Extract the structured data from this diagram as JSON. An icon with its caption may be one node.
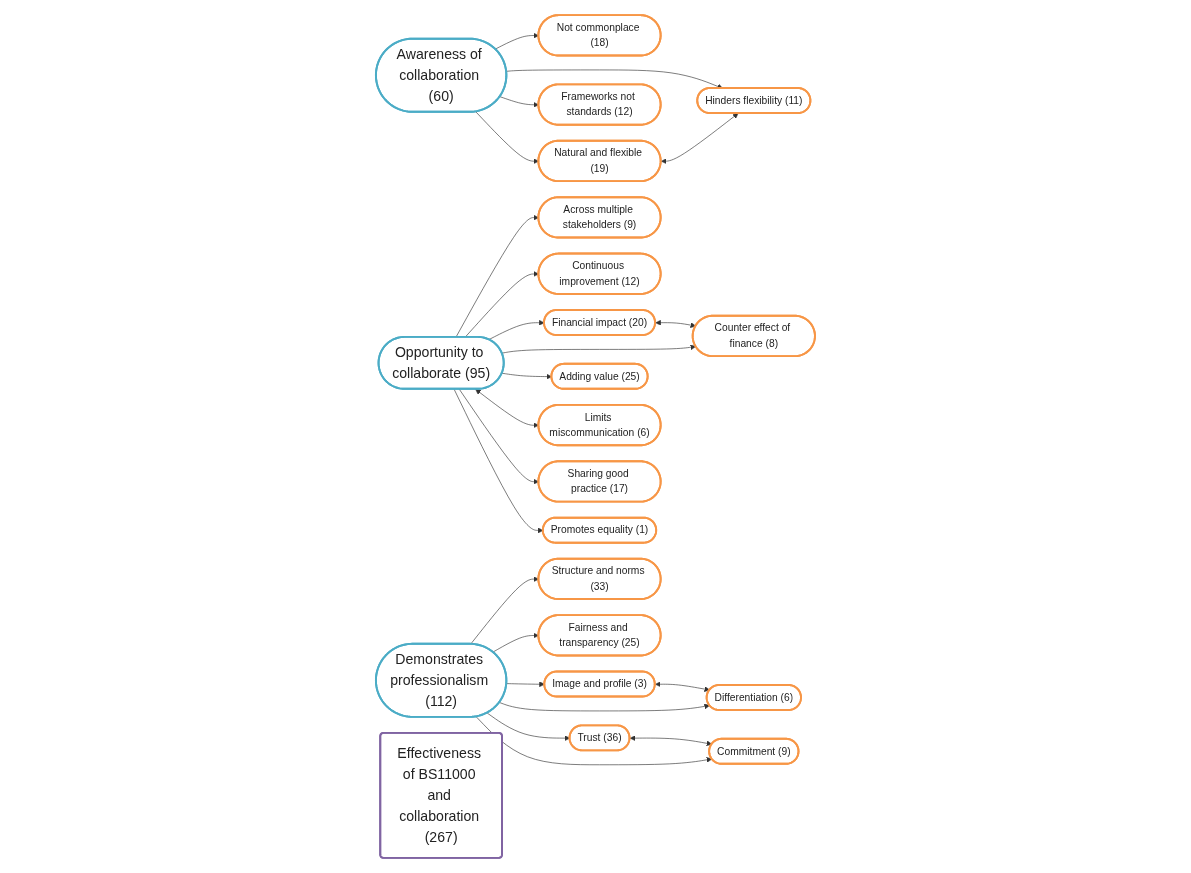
{
  "diagram": {
    "nodes": [
      {
        "text": [
          "Awareness of collaboration (60)"
        ]
      },
      {
        "text": [
          "Not commonplace (18)"
        ]
      },
      {
        "text": [
          "Hinders flexibility (11)"
        ]
      },
      {
        "text": [
          "Frameworks not standards (12)"
        ]
      },
      {
        "text": [
          "Natural and flexible (19)"
        ]
      },
      {
        "text": [
          "Across multiple stakeholders (9)"
        ]
      },
      {
        "text": [
          "Continuous improvement (12)"
        ]
      },
      {
        "text": [
          "Financial impact (20)"
        ]
      },
      {
        "text": [
          "Opportunity to collaborate (95)"
        ]
      },
      {
        "text": [
          "Counter effect of finance (8)"
        ]
      },
      {
        "text": [
          "Adding value (25)"
        ]
      },
      {
        "text": [
          "Limits miscommunication (6)"
        ]
      },
      {
        "text": [
          "Sharing good practice (17)"
        ]
      },
      {
        "text": [
          "Promotes equality (1)"
        ]
      },
      {
        "text": [
          "Fairness and transparency (25)"
        ]
      },
      {
        "text": [
          "Structure and norms (33)"
        ]
      },
      {
        "text": [
          "Image and profile (3)"
        ]
      },
      {
        "text": [
          "Demonstrates professionalism (112)"
        ]
      },
      {
        "text": [
          "Differentiation (6)"
        ]
      },
      {
        "text": [
          "Trust (36)"
        ]
      },
      {
        "text": [
          "Commitment (9)"
        ]
      },
      {
        "text": [
          "Effectiveness of BS11000 and collaboration (267)"
        ]
      }
    ],
    "edges": [
      {
        "from": 0,
        "to": 1,
        "arrow": "to"
      },
      {
        "from": 0,
        "to": 2,
        "arrow": "to"
      },
      {
        "from": 0,
        "to": 3,
        "arrow": "to"
      },
      {
        "from": 0,
        "to": 4,
        "arrow": "to"
      },
      {
        "from": 4,
        "to": 2,
        "arrow": "both"
      },
      {
        "from": 8,
        "to": 5,
        "arrow": "to"
      },
      {
        "from": 8,
        "to": 6,
        "arrow": "to"
      },
      {
        "from": 8,
        "to": 7,
        "arrow": "to"
      },
      {
        "from": 7,
        "to": 9,
        "arrow": "both"
      },
      {
        "from": 8,
        "to": 9,
        "arrow": "to"
      },
      {
        "from": 8,
        "to": 10,
        "arrow": "to"
      },
      {
        "from": 8,
        "to": 11,
        "arrow": "both"
      },
      {
        "from": 8,
        "to": 12,
        "arrow": "to"
      },
      {
        "from": 8,
        "to": 13,
        "arrow": "to"
      },
      {
        "from": 17,
        "to": 15,
        "arrow": "to"
      },
      {
        "from": 17,
        "to": 14,
        "arrow": "to"
      },
      {
        "from": 17,
        "to": 16,
        "arrow": "to"
      },
      {
        "from": 17,
        "to": 18,
        "arrow": "to"
      },
      {
        "from": 16,
        "to": 18,
        "arrow": "both"
      },
      {
        "from": 17,
        "to": 19,
        "arrow": "to"
      },
      {
        "from": 17,
        "to": 20,
        "arrow": "to"
      },
      {
        "from": 19,
        "to": 20,
        "arrow": "both"
      }
    ]
  }
}
